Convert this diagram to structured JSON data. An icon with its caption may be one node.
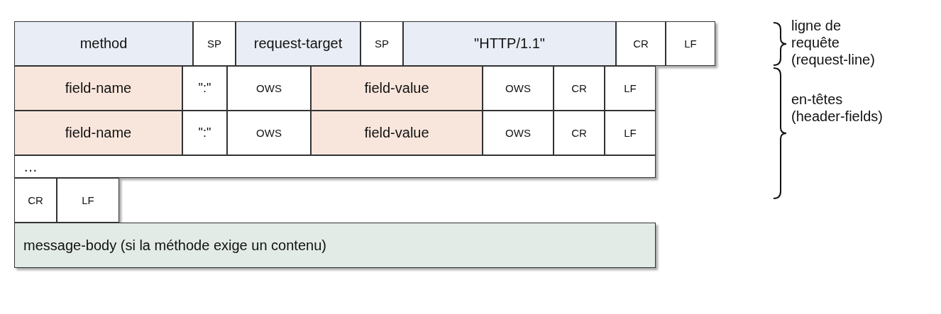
{
  "diagram": {
    "nodes": [
      {
        "text": [
          "method"
        ]
      },
      {
        "text": [
          "SP"
        ]
      },
      {
        "text": [
          "request-target"
        ]
      },
      {
        "text": [
          "SP"
        ]
      },
      {
        "text": [
          "\"HTTP/1.1\""
        ]
      },
      {
        "text": [
          "CR"
        ]
      },
      {
        "text": [
          "LF"
        ]
      },
      {
        "text": [
          "field-name"
        ]
      },
      {
        "text": [
          "\":\""
        ]
      },
      {
        "text": [
          "OWS"
        ]
      },
      {
        "text": [
          "field-value"
        ]
      },
      {
        "text": [
          "OWS"
        ]
      },
      {
        "text": [
          "CR"
        ]
      },
      {
        "text": [
          "LF"
        ]
      },
      {
        "text": [
          "field-name"
        ]
      },
      {
        "text": [
          "\":\""
        ]
      },
      {
        "text": [
          "OWS"
        ]
      },
      {
        "text": [
          "field-value"
        ]
      },
      {
        "text": [
          "OWS"
        ]
      },
      {
        "text": [
          "CR"
        ]
      },
      {
        "text": [
          "LF"
        ]
      },
      {
        "text": [
          "…"
        ]
      },
      {
        "text": [
          "CR"
        ]
      },
      {
        "text": [
          "LF"
        ]
      },
      {
        "text": [
          "message-body (si la méthode exige un contenu)"
        ]
      }
    ],
    "labels": [
      "ligne de requête (request-line)",
      "en-têtes (header-fields)"
    ]
  }
}
